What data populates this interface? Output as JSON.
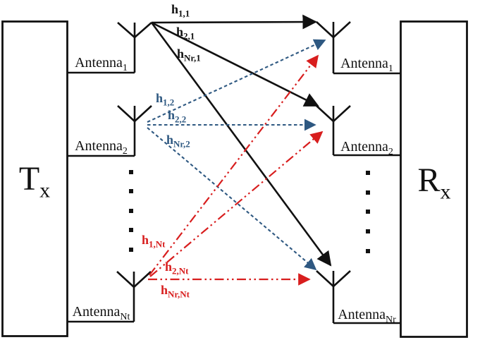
{
  "diagram": {
    "title_semantic": "MIMO transmit-receive antenna channel diagram",
    "background": "#ffffff",
    "tx_label": {
      "main": "T",
      "sub": "x"
    },
    "rx_label": {
      "main": "R",
      "sub": "x"
    },
    "tx_antennas": [
      {
        "main": "Antenna",
        "sub": "1"
      },
      {
        "main": "Antenna",
        "sub": "2"
      },
      {
        "main": "Antenna",
        "sub": "Nt"
      }
    ],
    "rx_antennas": [
      {
        "main": "Antenna",
        "sub": "1"
      },
      {
        "main": "Antenna",
        "sub": "2"
      },
      {
        "main": "Antenna",
        "sub": "Nr"
      }
    ],
    "channels": [
      {
        "main": "h",
        "sub": "1,1",
        "group": "black"
      },
      {
        "main": "h",
        "sub": "2,1",
        "group": "black"
      },
      {
        "main": "h",
        "sub": "Nr,1",
        "group": "black"
      },
      {
        "main": "h",
        "sub": "1,2",
        "group": "blue"
      },
      {
        "main": "h",
        "sub": "2,2",
        "group": "blue"
      },
      {
        "main": "h",
        "sub": "Nr,2",
        "group": "blue"
      },
      {
        "main": "h",
        "sub": "1,Nt",
        "group": "red"
      },
      {
        "main": "h",
        "sub": "2,Nt",
        "group": "red"
      },
      {
        "main": "h",
        "sub": "Nr,Nt",
        "group": "red"
      }
    ],
    "colors": {
      "line_black": "#111111",
      "line_blue": "#2E5881",
      "line_red": "#D81E1E"
    }
  }
}
